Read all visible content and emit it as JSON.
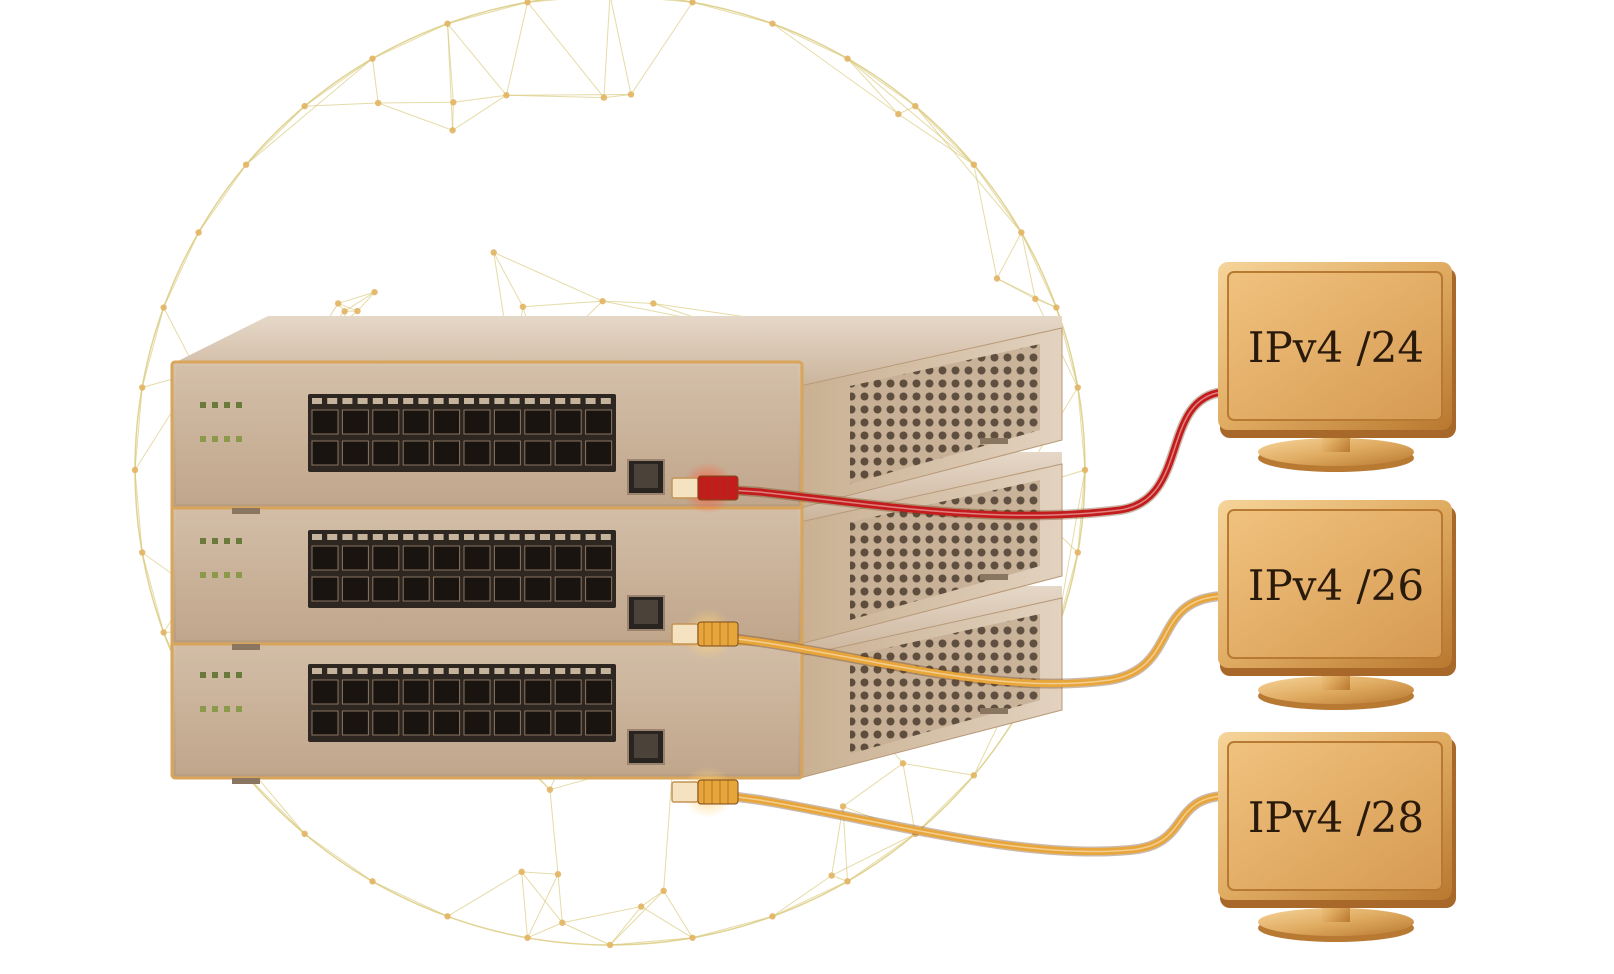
{
  "signs": [
    {
      "label": "IPv4 /24",
      "cable_color": "#c41c1c"
    },
    {
      "label": "IPv4 /26",
      "cable_color": "#e8a63a"
    },
    {
      "label": "IPv4 /28",
      "cable_color": "#e8a63a"
    }
  ],
  "colors": {
    "switch_face": "#cdb7a1",
    "switch_trim": "#d9a55a",
    "globe_lines": "#d8c878",
    "sign_gold": "#e0ac62"
  },
  "icons": [
    "network-globe-icon",
    "network-switch-icon",
    "ethernet-port-icon",
    "sfp-port-icon",
    "rj45-plug-icon",
    "sign-stand-icon"
  ]
}
